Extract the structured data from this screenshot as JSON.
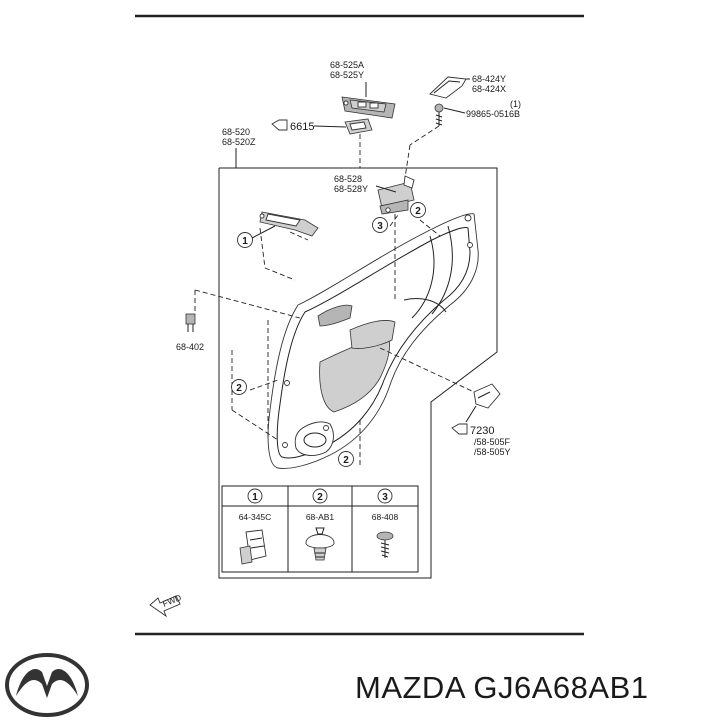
{
  "labels": {
    "switch_top": [
      "68-525A",
      "68-525Y"
    ],
    "cover_top": [
      "68-424Y",
      "68-424X"
    ],
    "screw_note": "(1)",
    "screw_code": "99865-0516B",
    "grip_code": "6615",
    "trim_code": [
      "68-520",
      "68-520Z"
    ],
    "bracket_code": [
      "68-528",
      "68-528Y"
    ],
    "clip_side": "68-402",
    "cap_code": [
      "7230",
      "/58-505F",
      "/58-505Y"
    ],
    "fwd": "FWD"
  },
  "callouts": [
    "1",
    "2",
    "3"
  ],
  "legend": {
    "headers": [
      "1",
      "2",
      "3"
    ],
    "codes": [
      "64-345C",
      "68-AB1",
      "68-408"
    ]
  },
  "brand": {
    "text": "MAZDA GJ6A68AB1"
  }
}
